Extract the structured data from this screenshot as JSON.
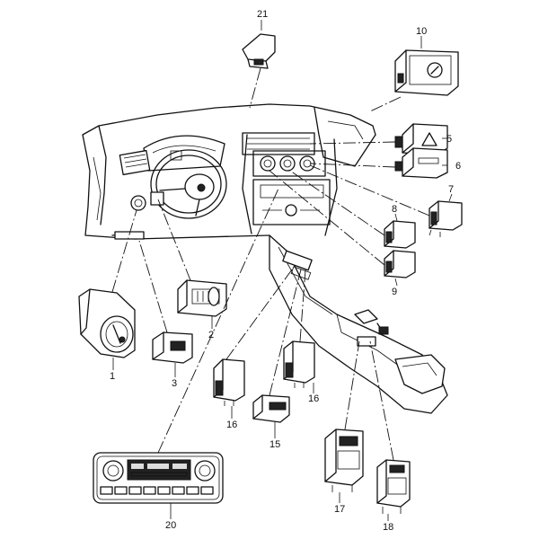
{
  "callouts": {
    "c1": "1",
    "c2": "2",
    "c3": "3",
    "c5": "5",
    "c6": "6",
    "c7": "7",
    "c8": "8",
    "c9": "9",
    "c10": "10",
    "c15": "15",
    "c16a": "16",
    "c16b": "16",
    "c17": "17",
    "c18": "18",
    "c20": "20",
    "c21": "21"
  }
}
